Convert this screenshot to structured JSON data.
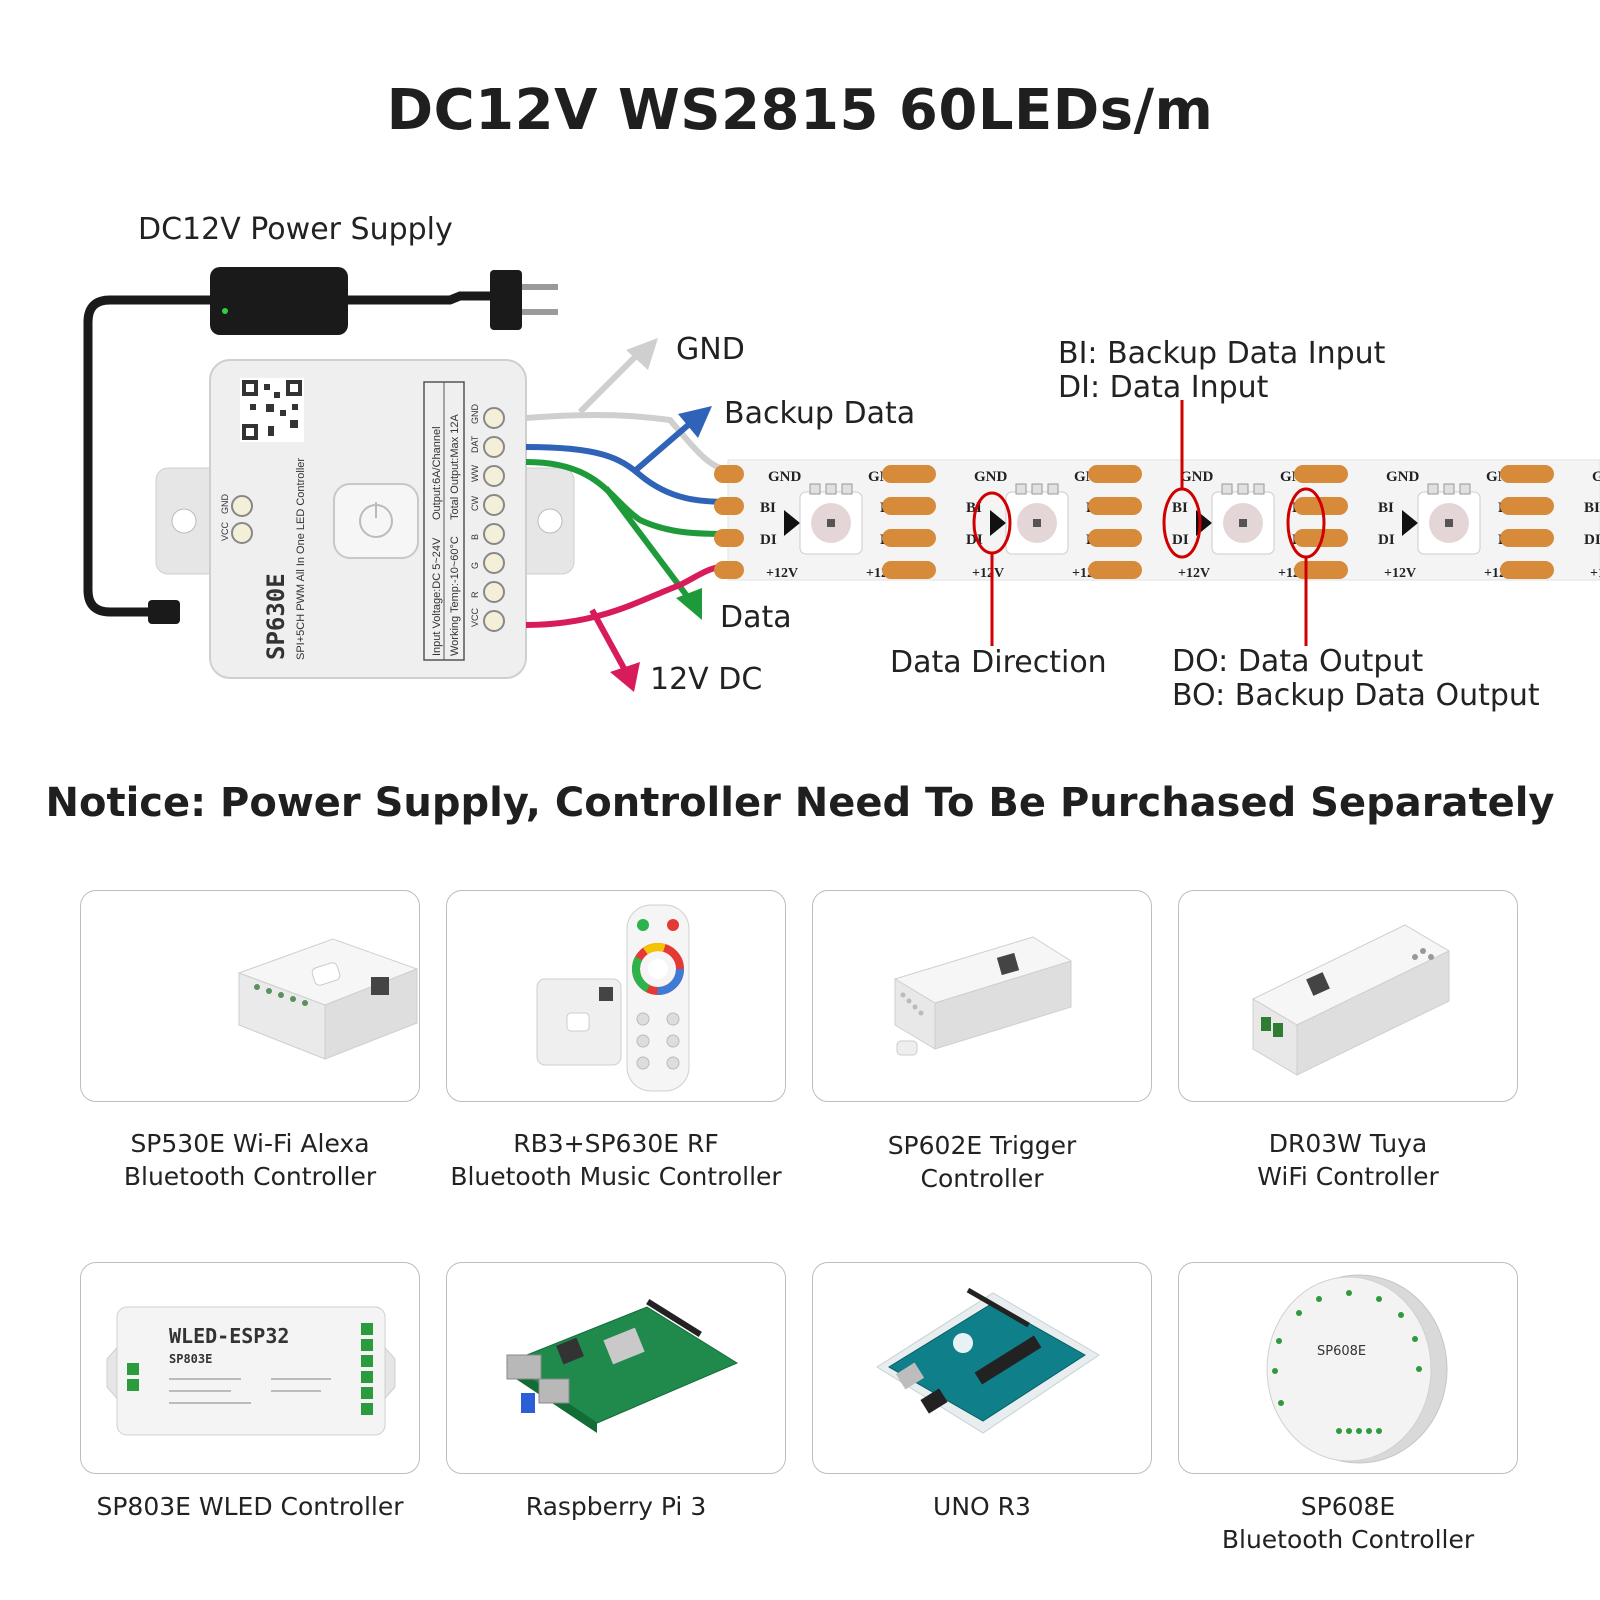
{
  "title": "DC12V WS2815 60LEDs/m",
  "diagram": {
    "power_supply_label": "DC12V Power Supply",
    "wire_labels": {
      "gnd": "GND",
      "backup_data": "Backup Data",
      "data": "Data",
      "dc12v": "12V DC"
    },
    "legend_top": [
      "BI: Backup Data Input",
      "DI: Data Input"
    ],
    "data_direction": "Data Direction",
    "legend_bottom": [
      "DO: Data Output",
      "BO: Backup Data Output"
    ],
    "controller": {
      "model": "SP630E",
      "subtitle": "SPI+5CH PWM All In One LED Controller",
      "spec_1": "Input Voltage:DC 5~24V",
      "spec_2": "Working Temp:-10~60°C",
      "spec_3": "Output:6A/Channel",
      "spec_4": "Total Output:Max 12A",
      "port_labels": [
        "GND",
        "DAT",
        "WW",
        "CW",
        "B",
        "G",
        "R",
        "VCC"
      ],
      "left_labels": [
        "GND",
        "VCC"
      ]
    },
    "strip_pad_labels": {
      "gnd": "GND",
      "bi": "BI",
      "di": "DI",
      "bo": "BO",
      "do": "DO",
      "v12": "+12V"
    },
    "colors": {
      "gnd_wire": "#cfcfcf",
      "backup_wire": "#2f63b8",
      "data_wire": "#1f9a3a",
      "power_wire": "#d81b5a",
      "marker": "#d00000",
      "pad": "#d68a3a"
    }
  },
  "notice": "Notice: Power Supply, Controller Need To Be Purchased Separately",
  "products": [
    {
      "line1": "SP530E Wi-Fi Alexa",
      "line2": "Bluetooth Controller"
    },
    {
      "line1": "RB3+SP630E RF",
      "line2": "Bluetooth Music Controller"
    },
    {
      "line1": "SP602E Trigger",
      "line2": "Controller"
    },
    {
      "line1": "DR03W Tuya",
      "line2": "WiFi Controller"
    },
    {
      "line1": "SP803E WLED Controller",
      "line2": ""
    },
    {
      "line1": "Raspberry Pi 3",
      "line2": ""
    },
    {
      "line1": "UNO R3",
      "line2": ""
    },
    {
      "line1": "SP608E",
      "line2": "Bluetooth Controller"
    }
  ],
  "product_labels": {
    "wled_title": "WLED-ESP32",
    "wled_sub": "SP803E",
    "sp608e": "SP608E"
  }
}
